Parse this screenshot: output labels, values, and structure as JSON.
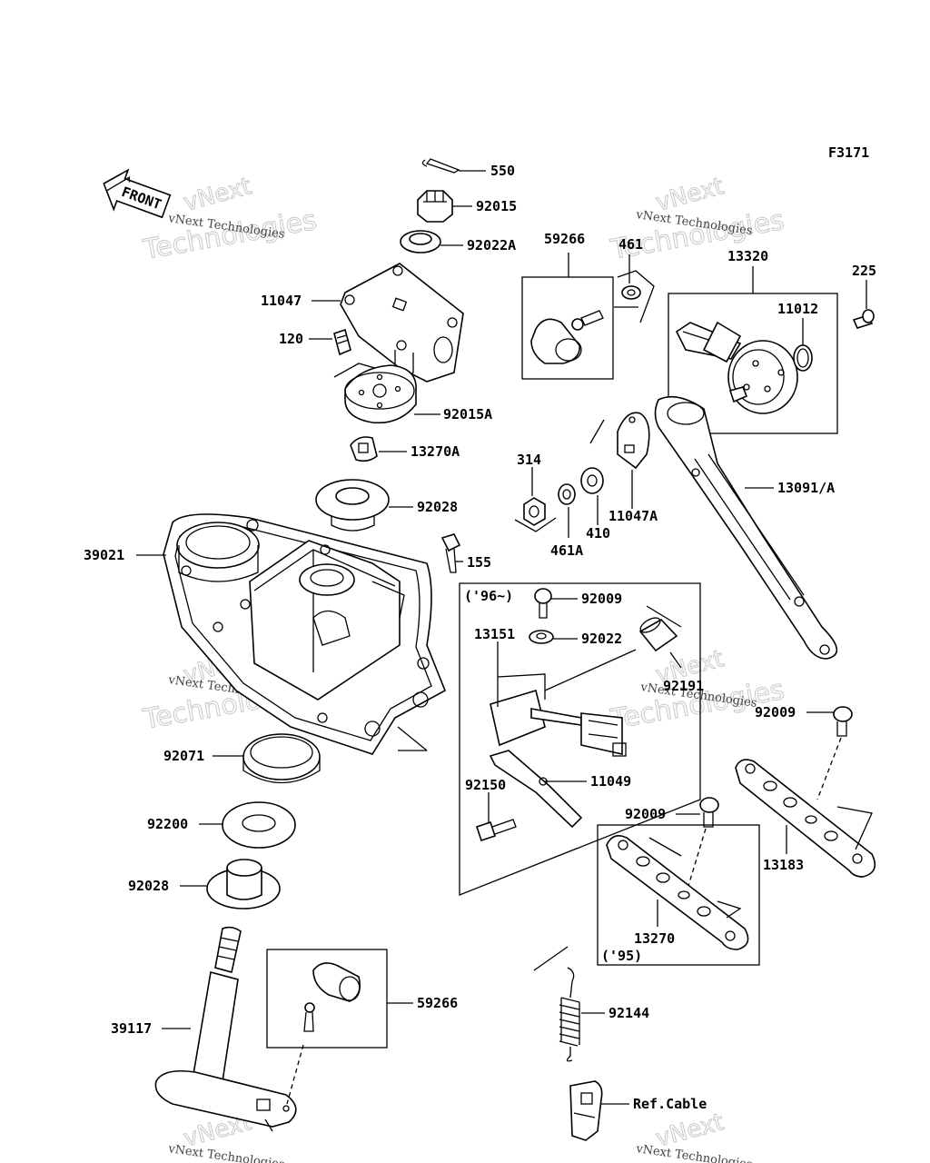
{
  "figure_id": "F3171",
  "front_label": "FRONT",
  "watermark": {
    "line1": "vNext",
    "line2": "Technologies",
    "caption": "vNext Technologies"
  },
  "callouts": {
    "p550": "550",
    "p92015": "92015",
    "p92022A": "92022A",
    "p11047": "11047",
    "p120": "120",
    "p92015A": "92015A",
    "p13270A": "13270A",
    "p92028_top": "92028",
    "p39021": "39021",
    "p155": "155",
    "p59266_top": "59266",
    "p461": "461",
    "p13320": "13320",
    "p225": "225",
    "p11012": "11012",
    "p314": "314",
    "p461A": "461A",
    "p410": "410",
    "p11047A": "11047A",
    "p13091A": "13091/A",
    "p96_note": "('96~)",
    "p92009_a": "92009",
    "p13151": "13151",
    "p92022": "92022",
    "p92191": "92191",
    "p92009_b": "92009",
    "p92150": "92150",
    "p11049": "11049",
    "p92071": "92071",
    "p92200": "92200",
    "p92028_bottom": "92028",
    "p92009_c": "92009",
    "p13183": "13183",
    "p13270": "13270",
    "p95_note": "('95)",
    "p39117": "39117",
    "p59266_bottom": "59266",
    "p92144": "92144",
    "ref_cable": "Ref.Cable"
  }
}
